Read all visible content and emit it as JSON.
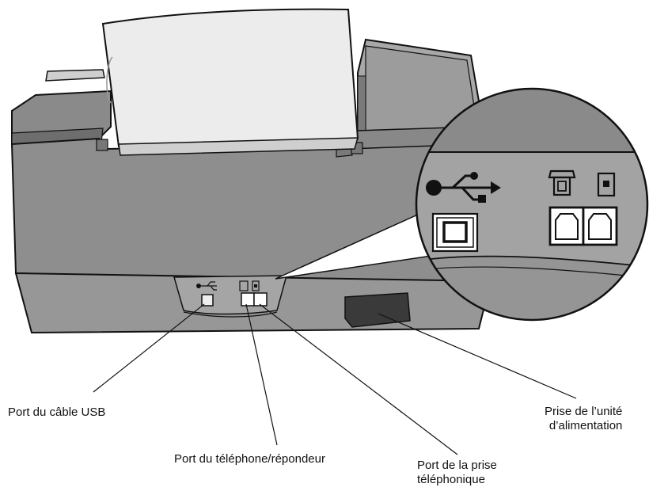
{
  "callouts": {
    "usb_port": "Port du câble USB",
    "phone_port": "Port du téléphone/répondeur",
    "line_port": [
      "Port de la prise",
      "téléphonique"
    ],
    "power_port": [
      "Prise de l’unité",
      "d’alimentation"
    ]
  },
  "colors": {
    "body_gray": "#8c8c8c",
    "body_dark": "#707070",
    "panel_gray": "#979797",
    "paper_light": "#ececec",
    "outline": "#111111",
    "power_socket": "#3a3a3a"
  },
  "icons": {
    "usb": "usb-trident-icon",
    "telephone": "telephone-icon",
    "line": "phone-line-icon"
  }
}
